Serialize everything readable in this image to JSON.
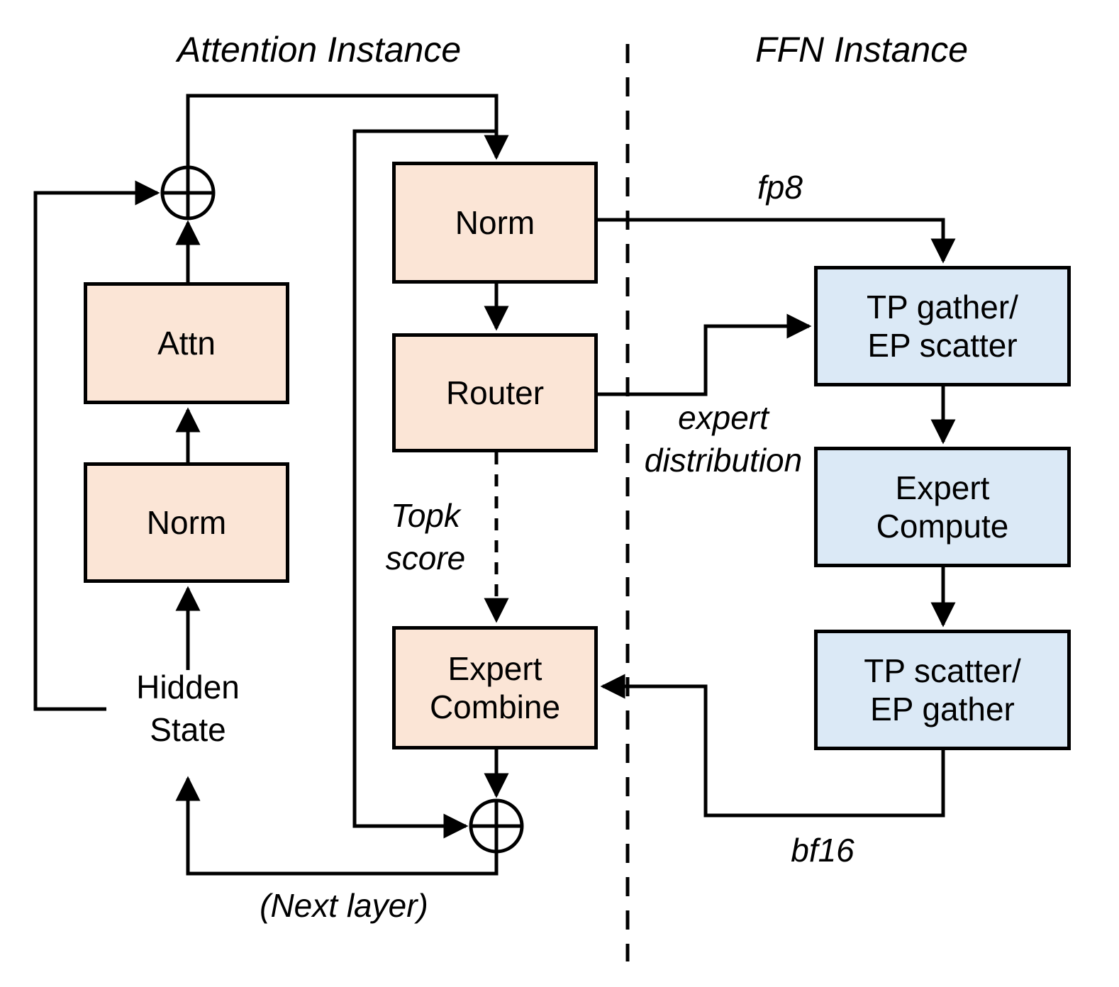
{
  "titles": {
    "attention": "Attention Instance",
    "ffn": "FFN Instance"
  },
  "attention_blocks": {
    "norm_bottom": "Norm",
    "attn": "Attn",
    "norm_top": "Norm",
    "router": "Router",
    "expert_combine": "Expert\nCombine"
  },
  "ffn_blocks": {
    "tp_gather_ep_scatter": "TP gather/\nEP scatter",
    "expert_compute": "Expert\nCompute",
    "tp_scatter_ep_gather": "TP scatter/\nEP gather"
  },
  "annotations": {
    "hidden_state": "Hidden\nState",
    "topk_score": "Topk\nscore",
    "fp8": "fp8",
    "expert_distribution": "expert\ndistribution",
    "bf16": "bf16",
    "next_layer": "(Next layer)"
  },
  "colors": {
    "attention_fill": "#fbe5d6",
    "ffn_fill": "#dbe9f6",
    "stroke": "#000000",
    "background": "#ffffff"
  }
}
